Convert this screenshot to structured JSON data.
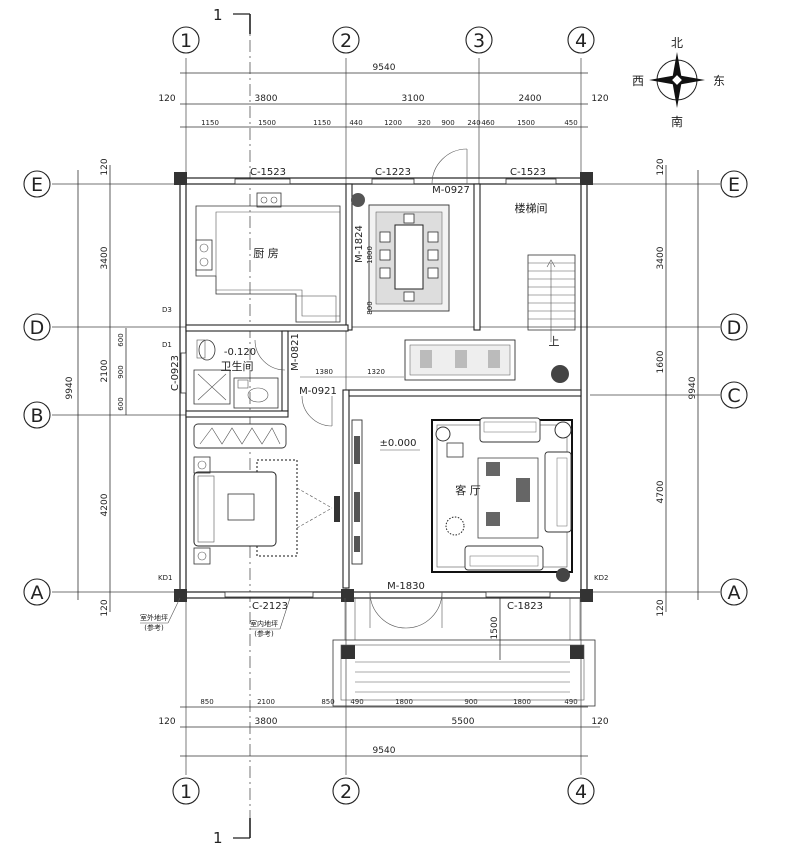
{
  "axes": {
    "columns": [
      "1",
      "2",
      "3",
      "4"
    ],
    "rows": [
      "E",
      "D",
      "C",
      "B",
      "A"
    ]
  },
  "compass": {
    "north": "北",
    "south": "南",
    "east": "东",
    "west": "西"
  },
  "section_mark": "1",
  "dimensions": {
    "top_total": "9540",
    "top_segments": [
      "120",
      "3800",
      "3100",
      "2400",
      "120"
    ],
    "top_detail": [
      "1150",
      "1500",
      "1150",
      "440",
      "1200",
      "320",
      "900",
      "240",
      "460",
      "1500",
      "450"
    ],
    "left_total": "9940",
    "left_segments": [
      "120",
      "3400",
      "2100",
      "4200",
      "120"
    ],
    "left_detail": [
      "600",
      "900",
      "600"
    ],
    "right_total": "9940",
    "right_segments": [
      "120",
      "3400",
      "1600",
      "4700",
      "120"
    ],
    "bottom_detail": [
      "850",
      "2100",
      "850",
      "490",
      "1800",
      "900",
      "1800",
      "490"
    ],
    "bottom_segments": [
      "120",
      "3800",
      "5500",
      "120"
    ],
    "bottom_total": "9540",
    "porch_depth": "1500",
    "passage_a": "1380",
    "passage_b": "1320",
    "dining_a": "1800",
    "dining_b": "800"
  },
  "rooms": {
    "kitchen": "厨 房",
    "bathroom": "卫生间",
    "stairs": "楼梯间",
    "living": "客 厅",
    "stair_up": "上"
  },
  "openings": {
    "w_kitchen": "C-1523",
    "w_dining": "C-1223",
    "w_stair": "C-1523",
    "d_entry": "M-0927",
    "d_kitchen": "M-1824",
    "d_bath": "M-0821",
    "d_bedroom": "M-0921",
    "w_bath": "C-0923",
    "d_main": "M-1830",
    "w_bedroom": "C-2123",
    "w_living": "C-1823"
  },
  "levels": {
    "bath": "-0.120",
    "living": "±0.000"
  },
  "marks": {
    "d3": "D3",
    "d1": "D1",
    "kd1": "KD1",
    "kd2": "KD2"
  },
  "notes": {
    "note1a": "室外地坪",
    "note1b": "(参考)",
    "note2a": "室内地坪",
    "note2b": "(参考)"
  }
}
